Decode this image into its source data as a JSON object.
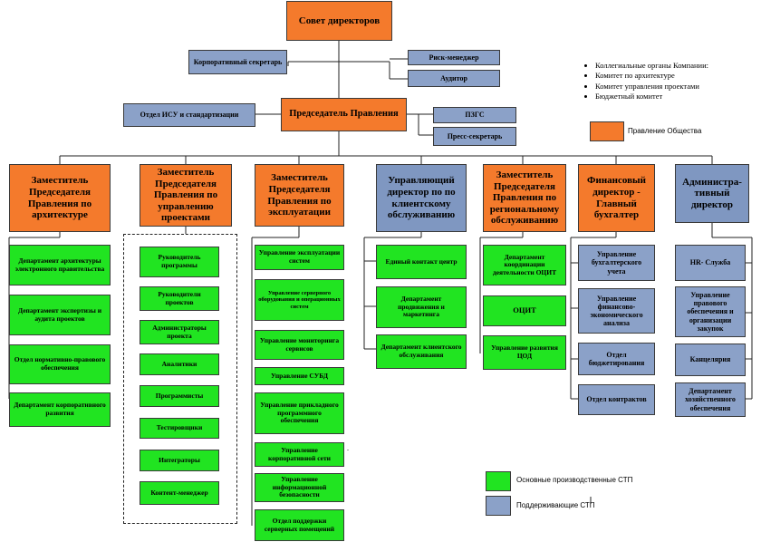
{
  "top": {
    "board": "Совет директоров",
    "corp_secretary": "Корпоративный секретарь",
    "risk_manager": "Риск-менеджер",
    "auditor": "Аудитор",
    "isu_dept": "Отдел ИСУ и стандартизации",
    "chairman": "Председатель Правления",
    "pzgs": "ПЗГС",
    "press_secretary": "Пресс-секретарь"
  },
  "collegial": {
    "title": "Коллегиальные органы Компании:",
    "items": [
      "Комитет по архитектуре",
      "Комитет управления проектами",
      "Бюджетный комитет"
    ]
  },
  "legend": {
    "board_label": "Правление Общества",
    "core_label": "Основные производственные  СТП",
    "support_label": "Поддерживающие СТП",
    "orange": "#f47a2c",
    "green": "#21e421",
    "blue": "#8ba1c8"
  },
  "columns": [
    {
      "head": "Заместитель Председателя Правления по архитектуре",
      "units": [
        "Департамент архитектуры электронного правительства",
        "Департамент экспертизы и аудита проектов",
        "Отдел нормативно-правового обеспечения",
        "Департамент корпоративного развития"
      ]
    },
    {
      "head": "Заместитель Председателя Правления по управлению проектами",
      "units": [
        "Руководитель программы",
        "Руководители проектов",
        "Администраторы проекта",
        "Аналитики",
        "Программисты",
        "Тестировщики",
        "Интеграторы",
        "Контент-менеджер"
      ]
    },
    {
      "head": "Заместитель Председателя Правления по эксплуатации",
      "units": [
        "Управление эксплуатации систем",
        "Управление серверного оборудования и операционных систем",
        "Управление мониторинга сервисов",
        "Управление СУБД",
        "Управление прикладного программного обеспечения",
        "Управление корпоративной сети",
        "Управление информационной безопасности",
        "Отдел поддержки серверных помещений"
      ]
    },
    {
      "head": "Управляющий директор по по клиентскому обслуживанию",
      "units": [
        "Единый контакт центр",
        "Департамент продвижения и маркетинга",
        "Департамент клиентского обслуживания"
      ]
    },
    {
      "head": "Заместитель Председателя Правления по региональному обслуживанию",
      "units": [
        "Департамент координации деятельности ОЦИТ",
        "ОЦИТ",
        "Управление развития ЦОД"
      ]
    },
    {
      "head": "Финансовый директор - Главный бухгалтер",
      "units": [
        "Управление бухгалтерского учета",
        "Управление финансово-экономического анализа",
        "Отдел бюджетирования",
        "Отдел контрактов"
      ]
    },
    {
      "head": "Админиcтра-тивный директор",
      "units": [
        "HR- Служба",
        "Управление правового обеспечения и организации закупок",
        "Канцелярия",
        "Департамент хозяйственного обеспечения"
      ]
    }
  ]
}
